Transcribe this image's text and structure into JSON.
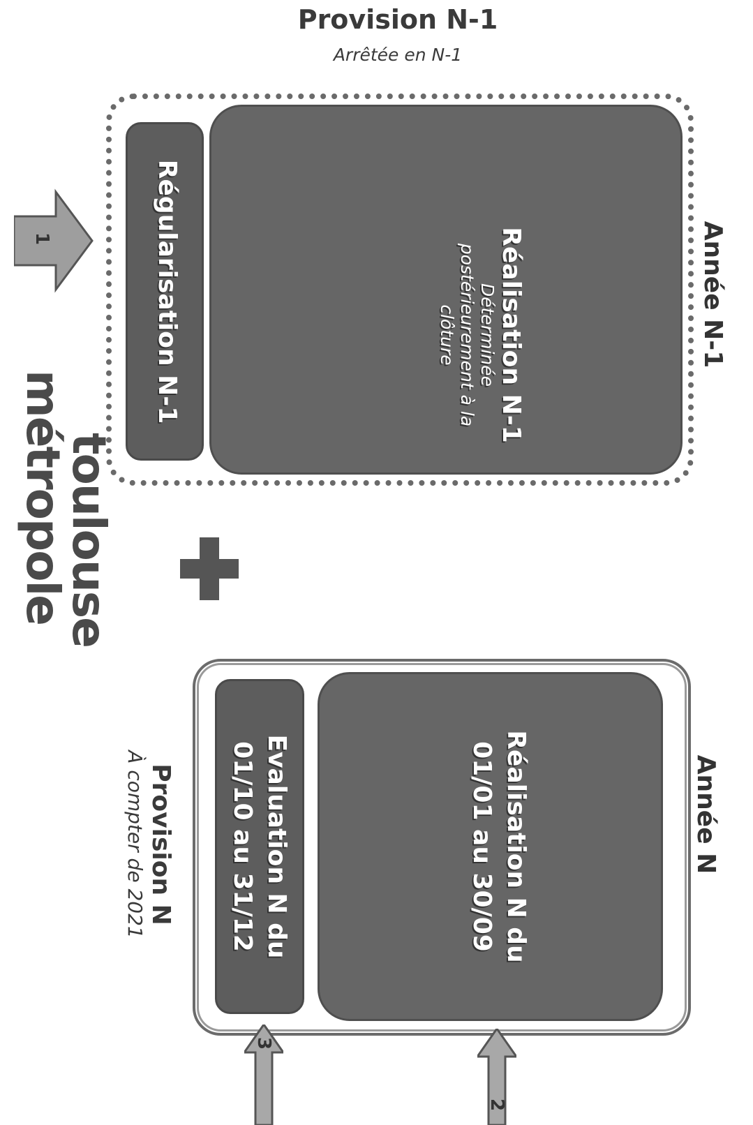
{
  "provision_n1": {
    "title": "Provision N-1",
    "subtitle": "Arrêtée en N-1"
  },
  "year_n1": {
    "label": "Année N-1",
    "realisation_title": "Réalisation N-1",
    "realisation_line1": "Déterminée",
    "realisation_line2": "postérieurement à la",
    "realisation_line3": "clôture",
    "regularisation": "Régularisation N-1"
  },
  "arrow1_number": "1",
  "plus_symbol": "+",
  "logo": {
    "line1": "toulouse",
    "line2": "métropole"
  },
  "year_n": {
    "label": "Année N",
    "realisation_line1": "Réalisation N du",
    "realisation_line2": "01/01 au 30/09",
    "evaluation_line1": "Evaluation N du",
    "evaluation_line2": "01/10 au 31/12"
  },
  "provision_n": {
    "title": "Provision N",
    "subtitle": "À compter de 2021"
  },
  "arrow2_number": "2",
  "arrow3_number": "3",
  "colors": {
    "box_fill": "#666666",
    "frame": "#6a6a6a",
    "text_dark": "#3a3a3a"
  }
}
